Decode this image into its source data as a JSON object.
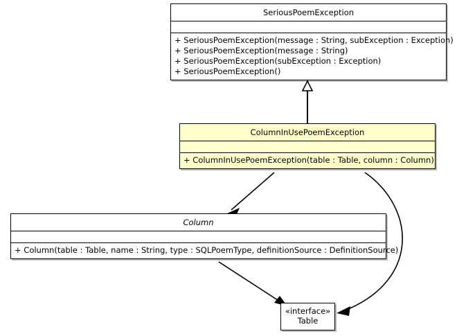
{
  "diagram": {
    "type": "uml-class-diagram",
    "background_color": "#ffffff",
    "line_color": "#000000",
    "highlight_color": "#ffffcc",
    "classes": [
      {
        "id": "serious-poem-exception",
        "name": "SeriousPoemException",
        "stereotype": "",
        "abstract": false,
        "highlighted": false,
        "attributes": [],
        "operations": [
          "+ SeriousPoemException(message : String, subException : Exception)",
          "+ SeriousPoemException(message : String)",
          "+ SeriousPoemException(subException : Exception)",
          "+ SeriousPoemException()"
        ]
      },
      {
        "id": "column-in-use-poem-exception",
        "name": "ColumnInUsePoemException",
        "stereotype": "",
        "abstract": false,
        "highlighted": true,
        "attributes": [],
        "operations": [
          "+ ColumnInUsePoemException(table : Table, column : Column)"
        ]
      },
      {
        "id": "column",
        "name": "Column",
        "stereotype": "",
        "abstract": true,
        "highlighted": false,
        "attributes": [],
        "operations": [
          "+ Column(table : Table, name : String, type : SQLPoemType, definitionSource : DefinitionSource)"
        ]
      },
      {
        "id": "table",
        "name": "Table",
        "stereotype": "«interface»",
        "abstract": false,
        "highlighted": false,
        "attributes": [],
        "operations": []
      }
    ],
    "relationships": [
      {
        "id": "generalization-columninuse-to-serious",
        "kind": "generalization",
        "from": "column-in-use-poem-exception",
        "to": "serious-poem-exception",
        "arrow": "hollow-triangle"
      },
      {
        "id": "dependency-columninuse-to-column",
        "kind": "dependency",
        "from": "column-in-use-poem-exception",
        "to": "column",
        "arrow": "open-arrow"
      },
      {
        "id": "dependency-columninuse-to-table",
        "kind": "dependency",
        "from": "column-in-use-poem-exception",
        "to": "table",
        "arrow": "open-arrow"
      },
      {
        "id": "dependency-column-to-table",
        "kind": "dependency",
        "from": "column",
        "to": "table",
        "arrow": "open-arrow"
      }
    ]
  }
}
